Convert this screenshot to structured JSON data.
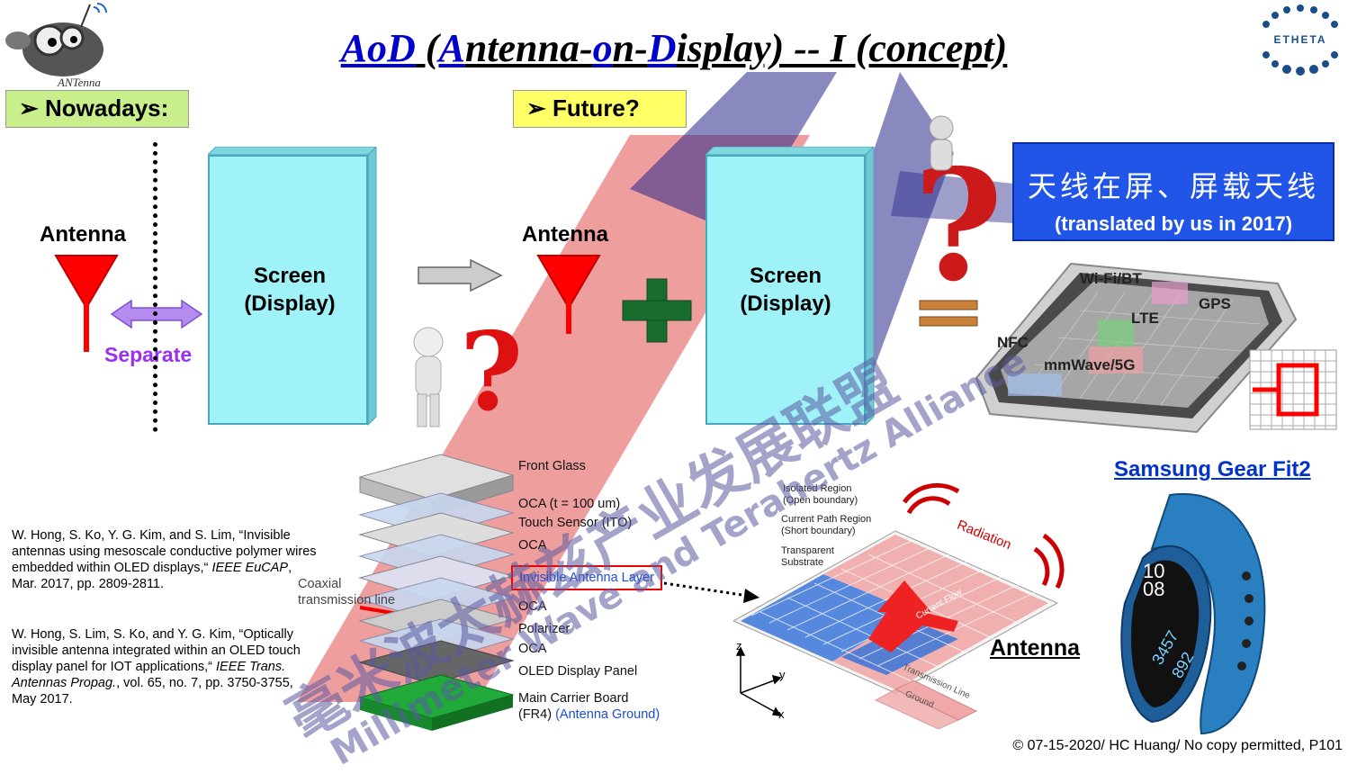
{
  "title": {
    "parts": [
      "AoD",
      " (",
      "A",
      "ntenna-",
      "o",
      "n-",
      "D",
      "isplay) -- I (concept)"
    ]
  },
  "logos": {
    "left_caption": "ANTenna",
    "right_text": "ETHETA"
  },
  "tags": {
    "nowadays": "➢ Nowadays:",
    "future": "➢ Future?"
  },
  "left": {
    "antenna_label": "Antenna",
    "separate_label": "Separate",
    "screen_line1": "Screen",
    "screen_line2": "(Display)"
  },
  "mid": {
    "antenna_label": "Antenna",
    "screen_line1": "Screen",
    "screen_line2": "(Display)"
  },
  "cn_box": {
    "main": "天线在屏、屏载天线",
    "sub": "(translated by us in 2017)"
  },
  "phone_labels": {
    "wifi": "Wi-Fi/BT",
    "gps": "GPS",
    "lte": "LTE",
    "nfc": "NFC",
    "mmwave": "mmWave/5G"
  },
  "references": [
    {
      "text": "W. Hong, S. Ko, Y. G. Kim, and S. Lim, “Invisible antennas using mesoscale conductive polymer wires embedded within OLED displays,“ ",
      "venue": "IEEE EuCAP",
      "tail": ", Mar. 2017, pp. 2809-2811."
    },
    {
      "text": "W. Hong, S. Lim, S. Ko, and Y. G. Kim, “Optically invisible antenna integrated within an OLED touch display panel for IOT applications,“ ",
      "venue": "IEEE Trans. Antennas Propag.",
      "tail": ", vol. 65, no. 7, pp. 3750-3755, May 2017."
    }
  ],
  "stack": {
    "coax": "Coaxial transmission line",
    "layers": [
      "Front Glass",
      "OCA (t = 100 um)",
      "Touch Sensor (ITO)",
      "OCA",
      "Invisible Antenna Layer",
      "OCA",
      "Polarizer",
      "OCA",
      "OLED Display Panel",
      "Main Carrier Board"
    ],
    "carrier_line2": "(FR4)",
    "carrier_ground": "(Antenna Ground)"
  },
  "antenna_fig": {
    "legend_isolated": [
      "Isolated Region",
      "(Open boundary)"
    ],
    "legend_current": [
      "Current Path Region",
      "(Short boundary)"
    ],
    "legend_substrate": [
      "Transparent",
      "Substrate"
    ],
    "radiation": "Radiation",
    "current_flow": "Current Flow",
    "tline": "Transmission Line",
    "ground": "Ground",
    "axis_z": "z",
    "axis_y": "y",
    "axis_x": "x",
    "antenna_label": "Antenna"
  },
  "watch": {
    "title": "Samsung Gear Fit2",
    "time1": "10",
    "time2": "08",
    "num1": "3457",
    "num2": "892"
  },
  "watermark": {
    "cn": "毫米波太赫兹产业发展联盟",
    "en": "Millimeter Wave and Terahertz Alliance"
  },
  "footer": "© 07-15-2020/ HC Huang/ No copy permitted, P101",
  "colors": {
    "title_blue": "#0000cc",
    "green_tag": "#c8ef8a",
    "yellow_tag": "#ffff66",
    "screen": "#9ff2f7",
    "cn_box": "#2055e8",
    "antenna_red": "#ff0000"
  }
}
